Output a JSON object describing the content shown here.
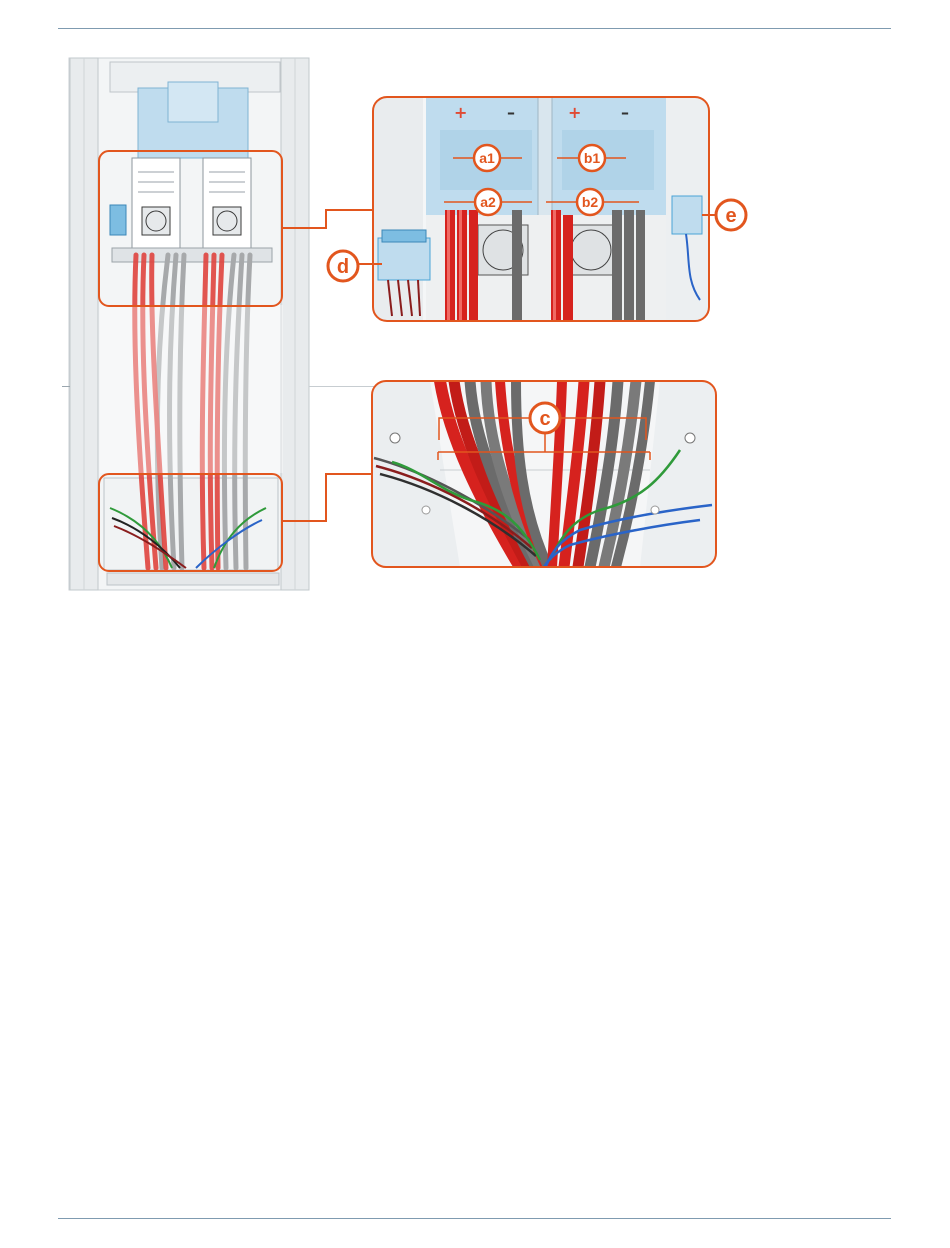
{
  "colors": {
    "accent": "#e2561e",
    "cable_red": "#d6221e",
    "cable_grey": "#6b6b6b",
    "busbar_blue": "#bfdcee",
    "connector_blue": "#4aa3d6",
    "ground_green": "#2f9a3a",
    "signal_blue": "#2a64c8",
    "rule": "#7f9bb0"
  },
  "labels": {
    "a1": "a1",
    "b1": "b1",
    "a2": "a2",
    "b2": "b2",
    "c": "c",
    "d": "d",
    "e": "e",
    "plus_left": "+",
    "minus_left": "–",
    "plus_right": "+",
    "minus_right": "–"
  }
}
